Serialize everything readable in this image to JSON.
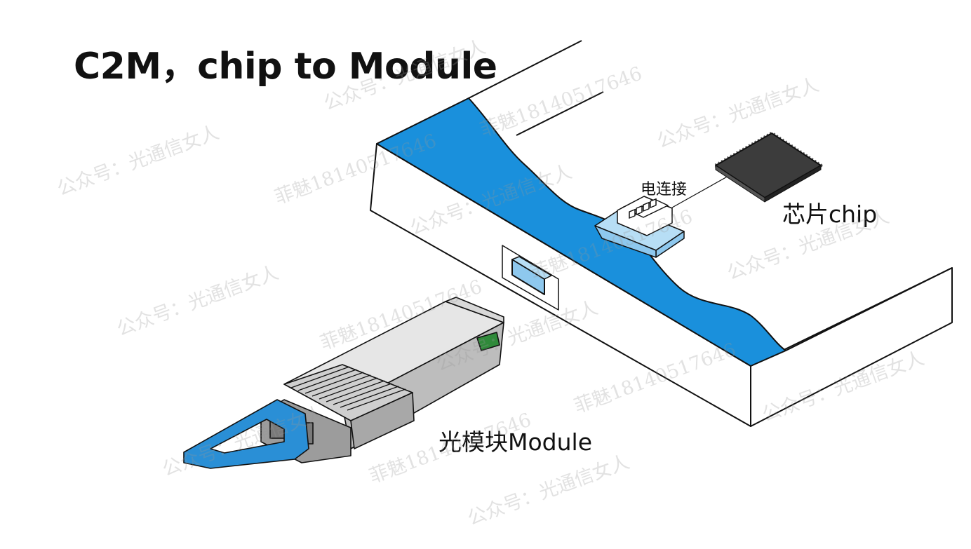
{
  "title": "C2M，chip to Module",
  "labels": {
    "connector": "电连接",
    "chip": "芯片chip",
    "module": "光模块Module"
  },
  "watermarks": [
    "公众号：光通信女人",
    "菲魅18140517646"
  ],
  "colors": {
    "host_board_fill": "#1a90dc",
    "cage_fill": "#8ec8ee",
    "module_handle_fill": "#2a8fd6",
    "module_body_fill": "#c9c9c9",
    "chip_fill": "#3c3c3c",
    "pcb_green": "#2f8a3a",
    "line_color": "#111111"
  },
  "icons": [
    "host-board",
    "chip-icon",
    "electrical-connector",
    "cage-port",
    "optical-module"
  ]
}
